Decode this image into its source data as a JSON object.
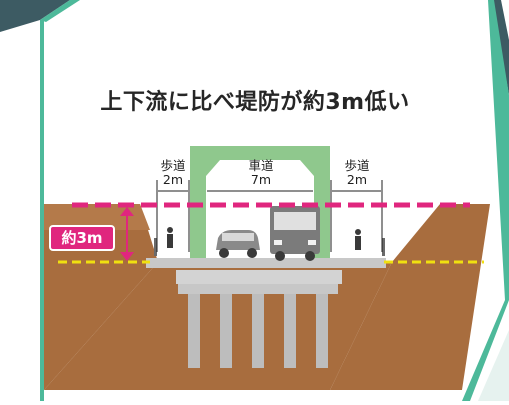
{
  "headline": "上下流に比べ堤防が約3m低い",
  "lanes": {
    "left_sidewalk": {
      "name": "歩道",
      "width": "2m"
    },
    "roadway": {
      "name": "車道",
      "width": "7m"
    },
    "right_sidewalk": {
      "name": "歩道",
      "width": "2m"
    }
  },
  "height_badge": "約3m",
  "colors": {
    "frame_green": "#4db99a",
    "magenta_line": "#e0267e",
    "yellow_line": "#f0e010",
    "earth": "#a86d3e",
    "truss_green": "#8fc88d",
    "bridge_gray": "#c4c4c4"
  }
}
